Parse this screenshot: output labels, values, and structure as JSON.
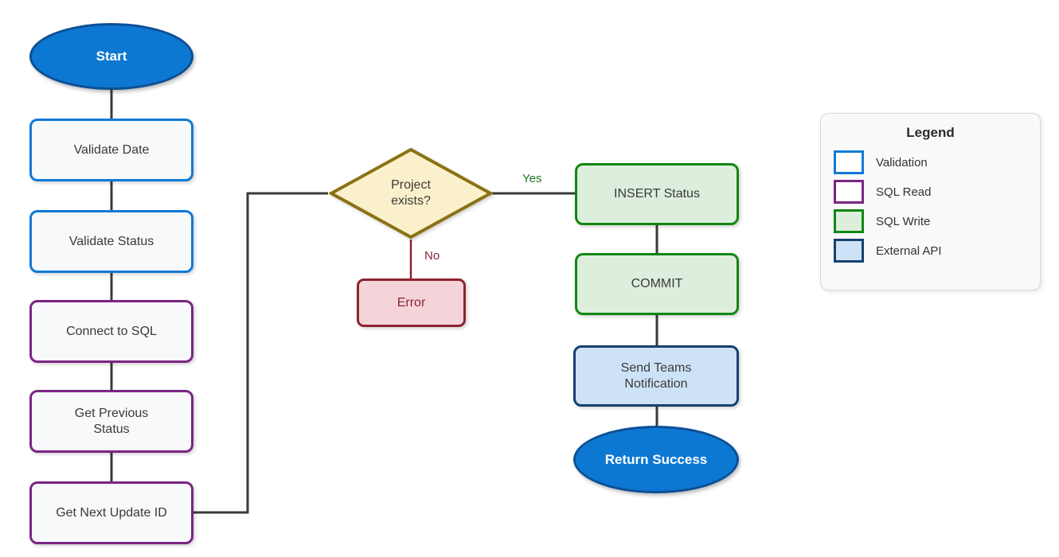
{
  "diagram": {
    "nodes": {
      "start": {
        "label": "Start",
        "type": "terminal"
      },
      "validate_date": {
        "label": "Validate Date",
        "type": "validation"
      },
      "validate_status": {
        "label": "Validate Status",
        "type": "validation"
      },
      "connect_sql": {
        "label": "Connect to SQL",
        "type": "sql-read"
      },
      "get_previous_status": {
        "label": "Get Previous Status",
        "type": "sql-read"
      },
      "get_next_update_id": {
        "label": "Get Next Update ID",
        "type": "sql-read"
      },
      "decision": {
        "label": "Project exists?",
        "type": "decision"
      },
      "error": {
        "label": "Error",
        "type": "error"
      },
      "insert_status": {
        "label": "INSERT Status",
        "type": "sql-write"
      },
      "commit": {
        "label": "COMMIT",
        "type": "sql-write"
      },
      "send_teams": {
        "label": "Send Teams Notification",
        "type": "external-api"
      },
      "return_success": {
        "label": "Return Success",
        "type": "terminal"
      }
    },
    "edge_labels": {
      "yes": "Yes",
      "no": "No"
    }
  },
  "legend": {
    "title": "Legend",
    "items": [
      {
        "label": "Validation",
        "border": "#0f7ad8",
        "fill": "#ffffff"
      },
      {
        "label": "SQL Read",
        "border": "#7a2583",
        "fill": "#ffffff"
      },
      {
        "label": "SQL Write",
        "border": "#128712",
        "fill": "#ddeedd"
      },
      {
        "label": "External API",
        "border": "#16406e",
        "fill": "#cde2f7"
      }
    ]
  },
  "palette": {
    "terminal_fill": "#0d78d2",
    "terminal_border": "#0c4f96",
    "terminal_text": "#ffffff",
    "validation_border": "#0f7ad8",
    "sql_read_border": "#7a2583",
    "sql_write_border": "#128712",
    "sql_write_fill": "#ddeedd",
    "external_api_border": "#16406e",
    "external_api_fill": "#cde2f7",
    "decision_border": "#8a7214",
    "decision_fill": "#faf0cc",
    "error_border": "#8c2430",
    "error_fill": "#f4d4d8",
    "node_fill": "#f7f9fb",
    "node_text": "#3a3a3a",
    "connector": "#3a3a3a",
    "yes_label_color": "#1f7a1f",
    "no_label_color": "#8c2430"
  }
}
